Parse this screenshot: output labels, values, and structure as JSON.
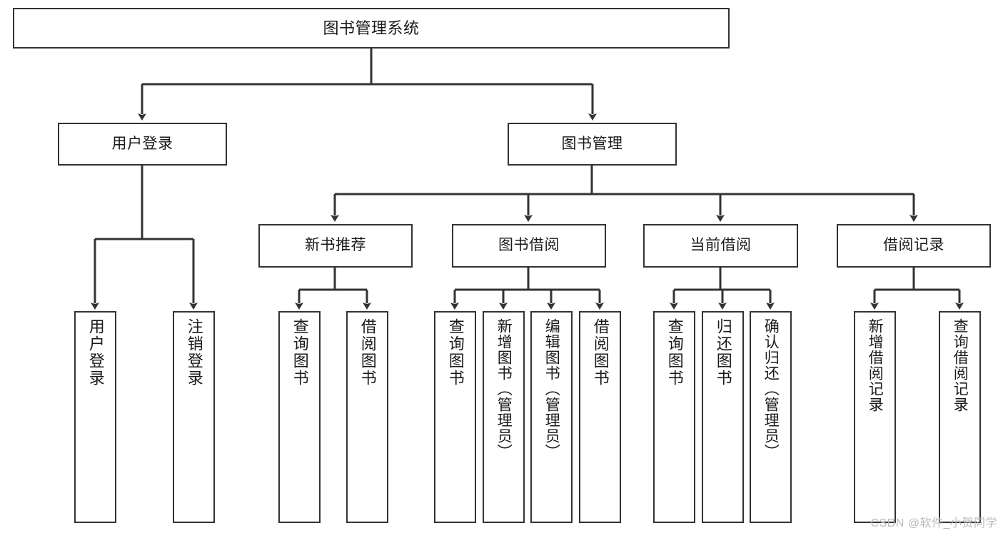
{
  "diagram": {
    "title": "图书管理系统",
    "type": "tree",
    "root": {
      "id": "root",
      "label": "图书管理系统"
    },
    "level2": [
      {
        "id": "user-login",
        "label": "用户登录"
      },
      {
        "id": "book-manage",
        "label": "图书管理"
      }
    ],
    "level3": [
      {
        "id": "new-book-recommend",
        "label": "新书推荐",
        "parent": "book-manage"
      },
      {
        "id": "book-borrow",
        "label": "图书借阅",
        "parent": "book-manage"
      },
      {
        "id": "current-borrow",
        "label": "当前借阅",
        "parent": "book-manage"
      },
      {
        "id": "borrow-record",
        "label": "借阅记录",
        "parent": "book-manage"
      }
    ],
    "leaves": [
      {
        "id": "leaf-user-login",
        "label": "用户登录",
        "parent": "user-login"
      },
      {
        "id": "leaf-user-logout",
        "label": "注销登录",
        "parent": "user-login"
      },
      {
        "id": "leaf-rec-query-book",
        "label": "查询图书",
        "parent": "new-book-recommend"
      },
      {
        "id": "leaf-rec-borrow-book",
        "label": "借阅图书",
        "parent": "new-book-recommend"
      },
      {
        "id": "leaf-brw-query-book",
        "label": "查询图书",
        "parent": "book-borrow"
      },
      {
        "id": "leaf-brw-add-book",
        "label": "新增图书（管理员）",
        "parent": "book-borrow"
      },
      {
        "id": "leaf-brw-edit-book",
        "label": "编辑图书（管理员）",
        "parent": "book-borrow"
      },
      {
        "id": "leaf-brw-borrow-book",
        "label": "借阅图书",
        "parent": "book-borrow"
      },
      {
        "id": "leaf-cur-query-book",
        "label": "查询图书",
        "parent": "current-borrow"
      },
      {
        "id": "leaf-cur-return-book",
        "label": "归还图书",
        "parent": "current-borrow"
      },
      {
        "id": "leaf-cur-confirm",
        "label": "确认归还（管理员）",
        "parent": "current-borrow"
      },
      {
        "id": "leaf-rec-add-record",
        "label": "新增借阅记录",
        "parent": "borrow-record"
      },
      {
        "id": "leaf-rec-query-record",
        "label": "查询借阅记录",
        "parent": "borrow-record"
      }
    ]
  },
  "watermark": {
    "text": "CSDN @软件_小贺同学"
  },
  "colors": {
    "stroke": "#333333",
    "background": "#ffffff",
    "text": "#1a1a1a",
    "watermark": "#b9b9b9"
  }
}
